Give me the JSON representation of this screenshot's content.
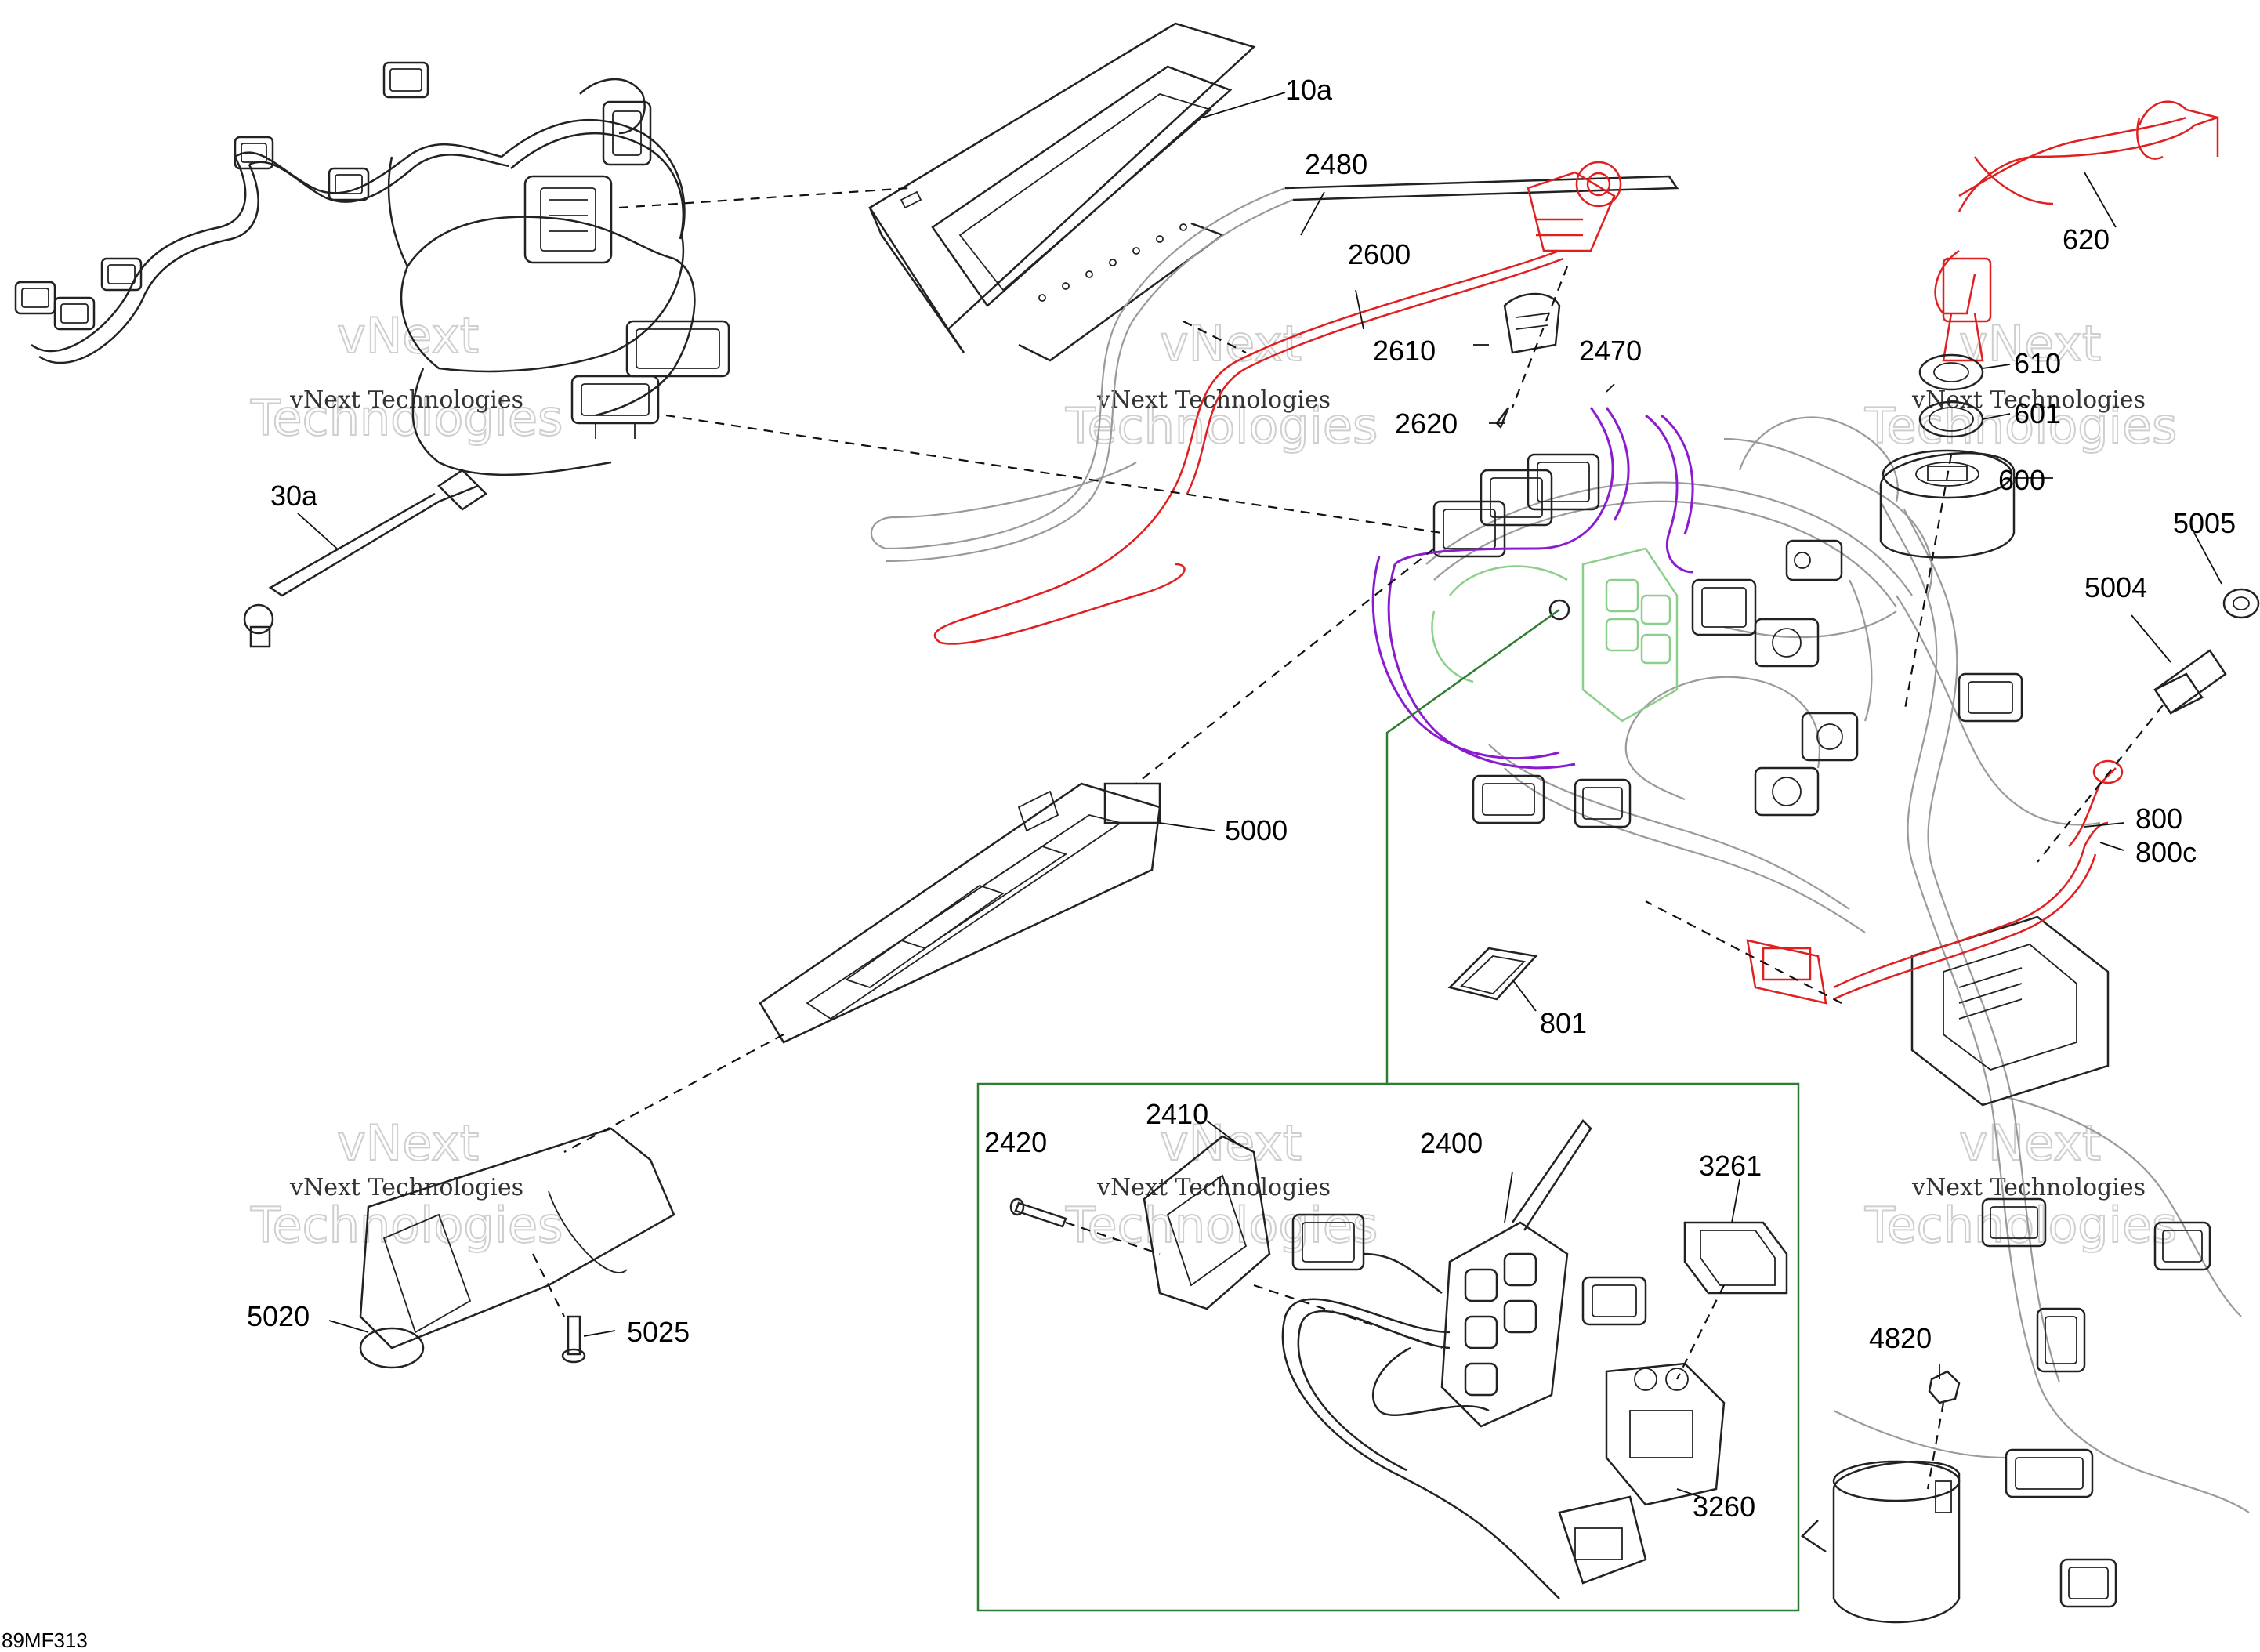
{
  "diagram": {
    "reference_code": "89MF313",
    "watermark": {
      "line1": "vNext Technologies",
      "line2_a": "vNext",
      "line2_b": "Technologies"
    },
    "colors": {
      "callout_highlight": "#e02020",
      "harness_highlight": "#8a1ccf",
      "switch_highlight": "#8ccf8c",
      "detail_frame": "#2e7d32"
    },
    "parts": {
      "p10a": "10a",
      "p2480": "2480",
      "p2600": "2600",
      "p2610": "2610",
      "p2620": "2620",
      "p2470": "2470",
      "p620": "620",
      "p610": "610",
      "p601": "601",
      "p600": "600",
      "p30a": "30a",
      "p5005": "5005",
      "p5004": "5004",
      "p5000": "5000",
      "p800": "800",
      "p800c": "800c",
      "p801": "801",
      "p2410": "2410",
      "p2420": "2420",
      "p2400": "2400",
      "p3261": "3261",
      "p3260": "3260",
      "p4820": "4820",
      "p5020": "5020",
      "p5025": "5025"
    }
  }
}
